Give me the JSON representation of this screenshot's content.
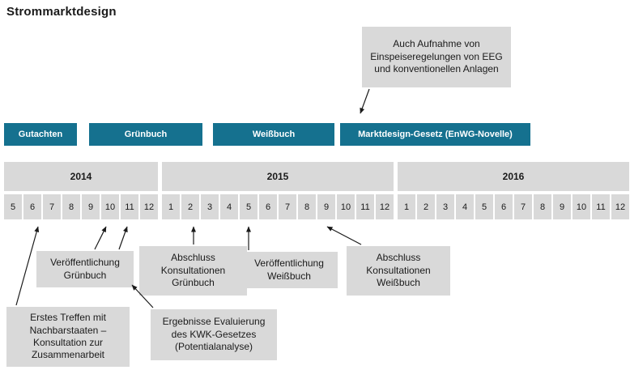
{
  "title": "Strommarktdesign",
  "top_callout": {
    "text": "Auch Aufnahme von Einspeiseregelungen von EEG und konventionellen Anlagen"
  },
  "phases": [
    {
      "label": "Gutachten"
    },
    {
      "label": "Grünbuch"
    },
    {
      "label": "Weißbuch"
    },
    {
      "label": "Marktdesign-Gesetz (EnWG-Novelle)"
    }
  ],
  "timeline": {
    "years": [
      {
        "label": "2014",
        "months": [
          "5",
          "6",
          "7",
          "8",
          "9",
          "10",
          "11",
          "12"
        ]
      },
      {
        "label": "2015",
        "months": [
          "1",
          "2",
          "3",
          "4",
          "5",
          "6",
          "7",
          "8",
          "9",
          "10",
          "11",
          "12"
        ]
      },
      {
        "label": "2016",
        "months": [
          "1",
          "2",
          "3",
          "4",
          "5",
          "6",
          "7",
          "8",
          "9",
          "10",
          "11",
          "12"
        ]
      }
    ]
  },
  "events": {
    "veroeffentlichung_gruenbuch": "Veröffentlichung Grünbuch",
    "abschluss_konsultationen_gruenbuch": "Abschluss Konsultationen Grünbuch",
    "veroeffentlichung_weissbuch": "Veröffentlichung Weißbuch",
    "abschluss_konsultationen_weissbuch": "Abschluss Konsultationen Weißbuch",
    "erstes_treffen": "Erstes Treffen mit Nachbarstaaten – Konsultation zur Zusammenarbeit",
    "ergebnisse_kwk": "Ergebnisse Evaluierung des KWK-Gesetzes (Potentialanalyse)"
  },
  "colors": {
    "phase_bar": "#15718f",
    "box_gray": "#d9d9d9",
    "text": "#1a1a1a"
  }
}
